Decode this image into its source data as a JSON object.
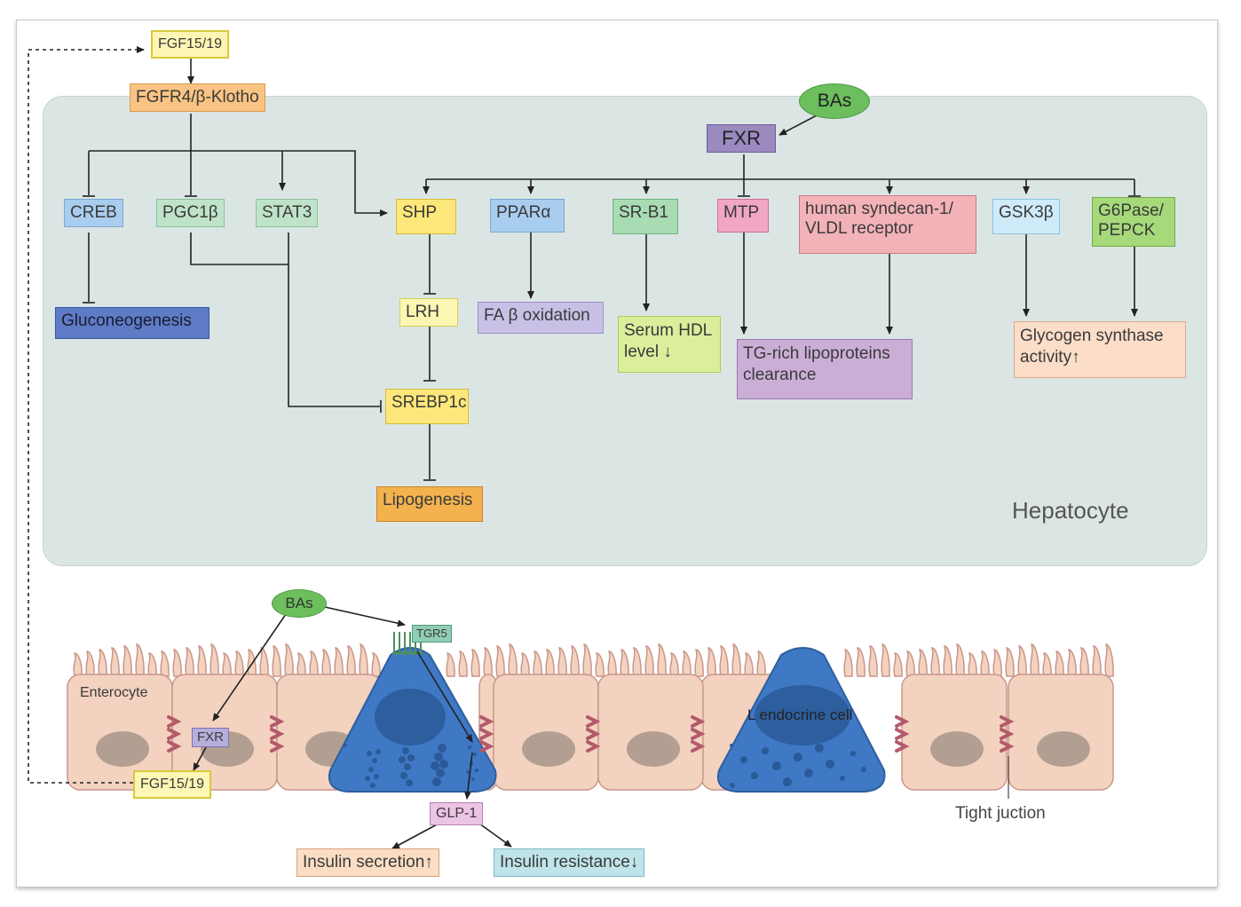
{
  "hepatocyte": {
    "label": "Hepatocyte",
    "fgf_top": "FGF15/19",
    "fgfr4": "FGFR4/β-Klotho",
    "bas": "BAs",
    "fxr": "FXR",
    "creb": "CREB",
    "pgc1b": "PGC1β",
    "stat3": "STAT3",
    "shp": "SHP",
    "ppara": "PPARα",
    "srb1": "SR-B1",
    "mtp": "MTP",
    "syndecan_l1": "human syndecan-1/",
    "syndecan_l2": "VLDL receptor",
    "gsk3b": "GSK3β",
    "g6pase_l1": "G6Pase/",
    "g6pase_l2": "PEPCK",
    "gluconeogenesis": "Gluconeogenesis",
    "lrh": "LRH",
    "srebp1c": "SREBP1c",
    "lipogenesis": "Lipogenesis",
    "fa_oxidation": "FA β oxidation",
    "hdl_l1": "Serum HDL",
    "hdl_l2": "level ↓",
    "tg_l1": "TG-rich lipoproteins",
    "tg_l2": "clearance",
    "glycogen_l1": "Glycogen synthase",
    "glycogen_l2": "activity↑"
  },
  "intestine": {
    "bas": "BAs",
    "tgr5": "TGR5",
    "enterocyte": "Enterocyte",
    "fxr": "FXR",
    "fgf": "FGF15/19",
    "l_endocrine": "L endocrine cell",
    "glp1": "GLP-1",
    "insulin_secretion": "Insulin secretion↑",
    "insulin_resistance": "Insulin resistance↓",
    "tight_junction": "Tight juction"
  }
}
